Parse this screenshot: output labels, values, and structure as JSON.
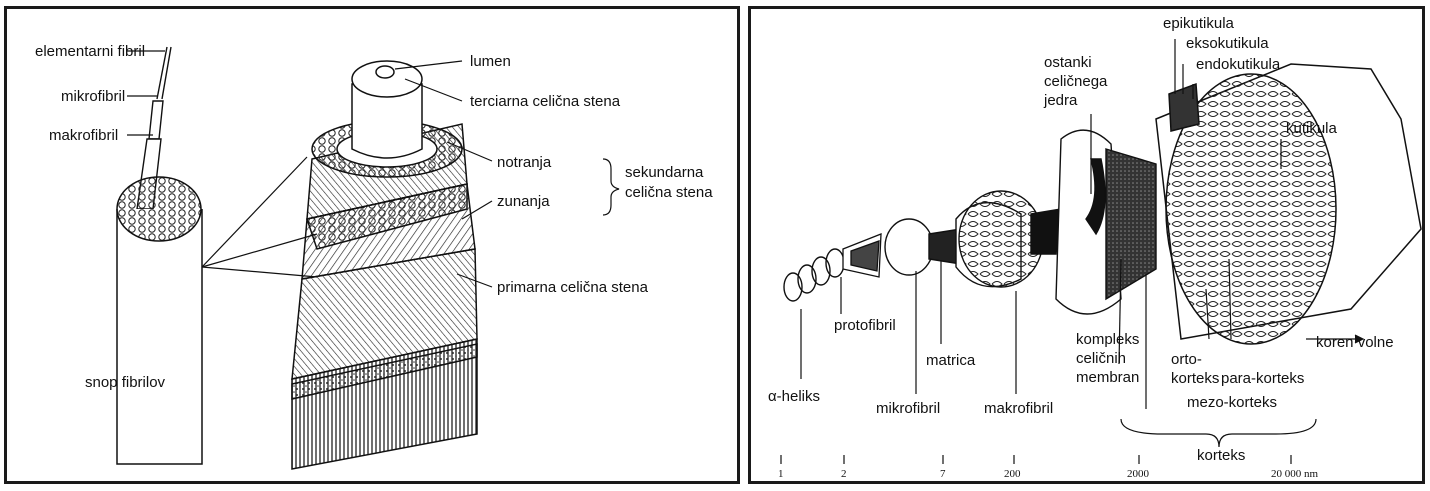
{
  "left": {
    "labels": {
      "elementarni_fibril": "elementarni fibril",
      "mikrofibril": "mikrofibril",
      "makrofibril": "makrofibril",
      "snop_fibrilov": "snop fibrilov",
      "lumen": "lumen",
      "terciarna": "terciarna celična stena",
      "notranja": "notranja",
      "zunanja": "zunanja",
      "sekundarna_1": "sekundarna",
      "sekundarna_2": "celična stena",
      "primarna": "primarna celična stena"
    }
  },
  "right": {
    "labels": {
      "epikutikula": "epikutikula",
      "eksokutikula": "eksokutikula",
      "endokutikula": "endokutikula",
      "kutikula": "kutikula",
      "ostanki_1": "ostanki",
      "ostanki_2": "celičnega",
      "ostanki_3": "jedra",
      "protofibril": "protofibril",
      "alpha_heliks": "α-heliks",
      "mikrofibril": "mikrofibril",
      "matrica": "matrica",
      "makrofibril": "makrofibril",
      "kompleks_1": "kompleks",
      "kompleks_2": "celičnih",
      "kompleks_3": "membran",
      "orto_1": "orto-",
      "orto_2": "korteks",
      "para": "para-korteks",
      "mezo": "mezo-korteks",
      "korteks": "korteks",
      "koren": "koren volne"
    },
    "scale": [
      "1",
      "2",
      "7",
      "200",
      "2000",
      "20 000 nm"
    ]
  }
}
